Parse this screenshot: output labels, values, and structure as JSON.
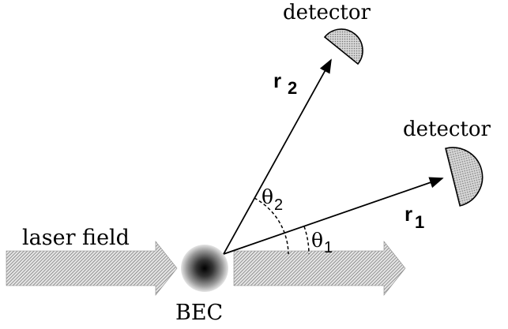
{
  "labels": {
    "detector_top": "detector",
    "detector_right": "detector",
    "laser_field": "laser field",
    "bec": "BEC",
    "r1_main": "r",
    "r1_sub": "1",
    "r2_main": "r",
    "r2_sub": "2",
    "theta1_main": "θ",
    "theta1_sub": "1",
    "theta2_main": "θ",
    "theta2_sub": "2"
  },
  "colors": {
    "line": "#000000",
    "hatch": "#777777",
    "bec_core": "#111111"
  },
  "icons": {
    "detector": "half-disc-detector",
    "laser": "hatched-arrow"
  }
}
